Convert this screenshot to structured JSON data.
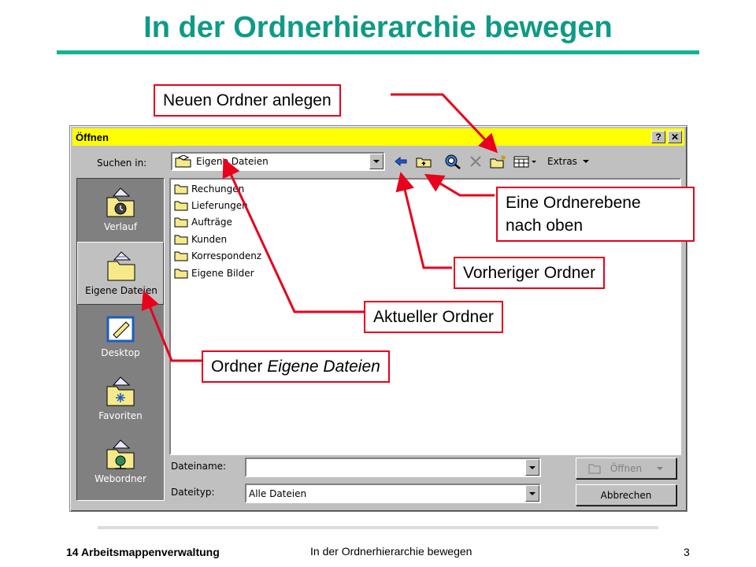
{
  "slide": {
    "title": "In der Ordnerhierarchie bewegen",
    "footer_left": "14 Arbeitsmappenverwaltung",
    "footer_center": "In der Ordnerhierarchie bewegen",
    "page_number": "3"
  },
  "dialog": {
    "title": "Öffnen",
    "help_label": "?",
    "close_label": "✕",
    "look_in_label": "Suchen in:",
    "look_in_value": "Eigene Dateien",
    "extras_label": "Extras",
    "toolbar_icons": [
      "back-arrow-icon",
      "up-one-level-icon",
      "search-web-icon",
      "delete-icon",
      "new-folder-icon",
      "views-icon",
      "extras-menu"
    ],
    "places": [
      {
        "label": "Verlauf",
        "icon": "history-folder-icon",
        "selected": false
      },
      {
        "label": "Eigene Dateien",
        "icon": "my-documents-folder-icon",
        "selected": true
      },
      {
        "label": "Desktop",
        "icon": "desktop-icon",
        "selected": false
      },
      {
        "label": "Favoriten",
        "icon": "favorites-folder-icon",
        "selected": false
      },
      {
        "label": "Webordner",
        "icon": "web-folder-icon",
        "selected": false
      }
    ],
    "files": [
      "Rechungen",
      "Lieferungen",
      "Aufträge",
      "Kunden",
      "Korrespondenz",
      "Eigene Bilder"
    ],
    "filename_label": "Dateiname:",
    "filename_value": "",
    "filetype_label": "Dateityp:",
    "filetype_value": "Alle Dateien",
    "open_button": "Öffnen",
    "cancel_button": "Abbrechen"
  },
  "callouts": {
    "new_folder": "Neuen Ordner anlegen",
    "up_level_line1": "Eine Ordnerebene",
    "up_level_line2": "nach oben",
    "previous": "Vorheriger Ordner",
    "current": "Aktueller Ordner",
    "my_docs_prefix": "Ordner ",
    "my_docs_italic": "Eigene Dateien"
  },
  "colors": {
    "title_green": "#0f9a86",
    "titlebar_yellow": "#ffff00",
    "callout_red": "#e8001c",
    "folder_yellow": "#f5e98a"
  }
}
